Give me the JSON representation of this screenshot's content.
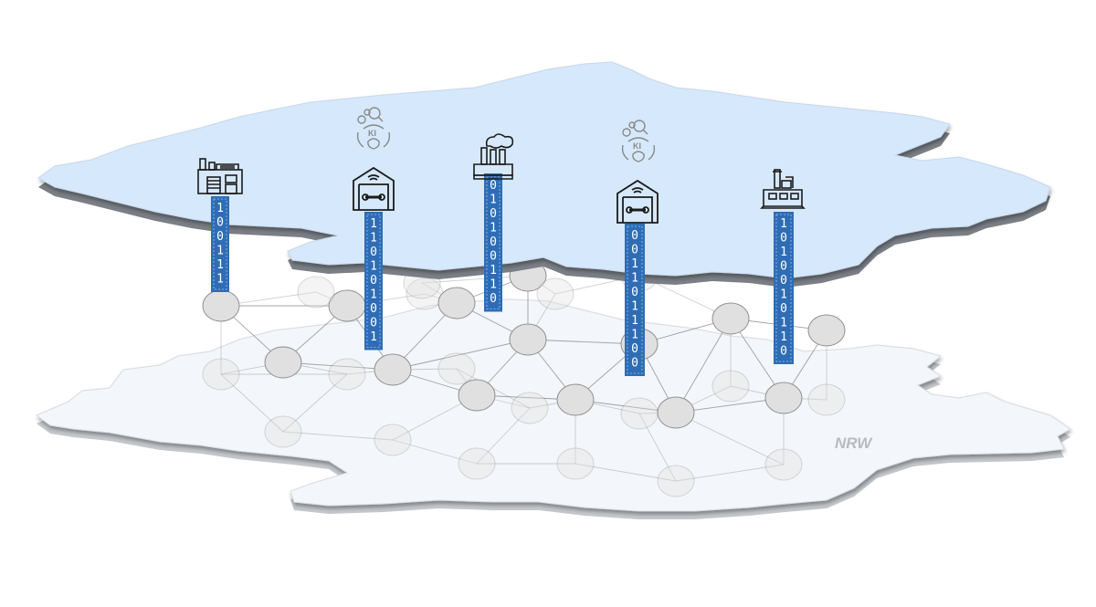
{
  "region_label": "NRW",
  "colors": {
    "top_map_fill": "#d6e8fb",
    "top_map_edge": "#7a7f86",
    "bottom_map_fill": "#f3f6fa",
    "bottom_map_edge": "#c4c8cc",
    "node_fill": "#e0e0e0",
    "node_stroke": "#909090",
    "edge_color": "#7d7d7d",
    "data_bar": "#2e6db5",
    "icon_color": "#1b1b1b",
    "ki_icon_color": "#8a8a8a",
    "region_label": "#b9bcbf"
  },
  "pillars": [
    {
      "icon": "factory-icon",
      "bits": "100111",
      "ki": false
    },
    {
      "icon": "garage-maintenance-icon",
      "bits": "110101001",
      "ki": true,
      "ki_label": "KI"
    },
    {
      "icon": "smoking-factory-icon",
      "bits": "010100110",
      "ki": false
    },
    {
      "icon": "garage-maintenance-icon",
      "bits": "0011011100",
      "ki": true,
      "ki_label": "KI"
    },
    {
      "icon": "industrial-plant-icon",
      "bits": "1010010110",
      "ki": false
    }
  ]
}
